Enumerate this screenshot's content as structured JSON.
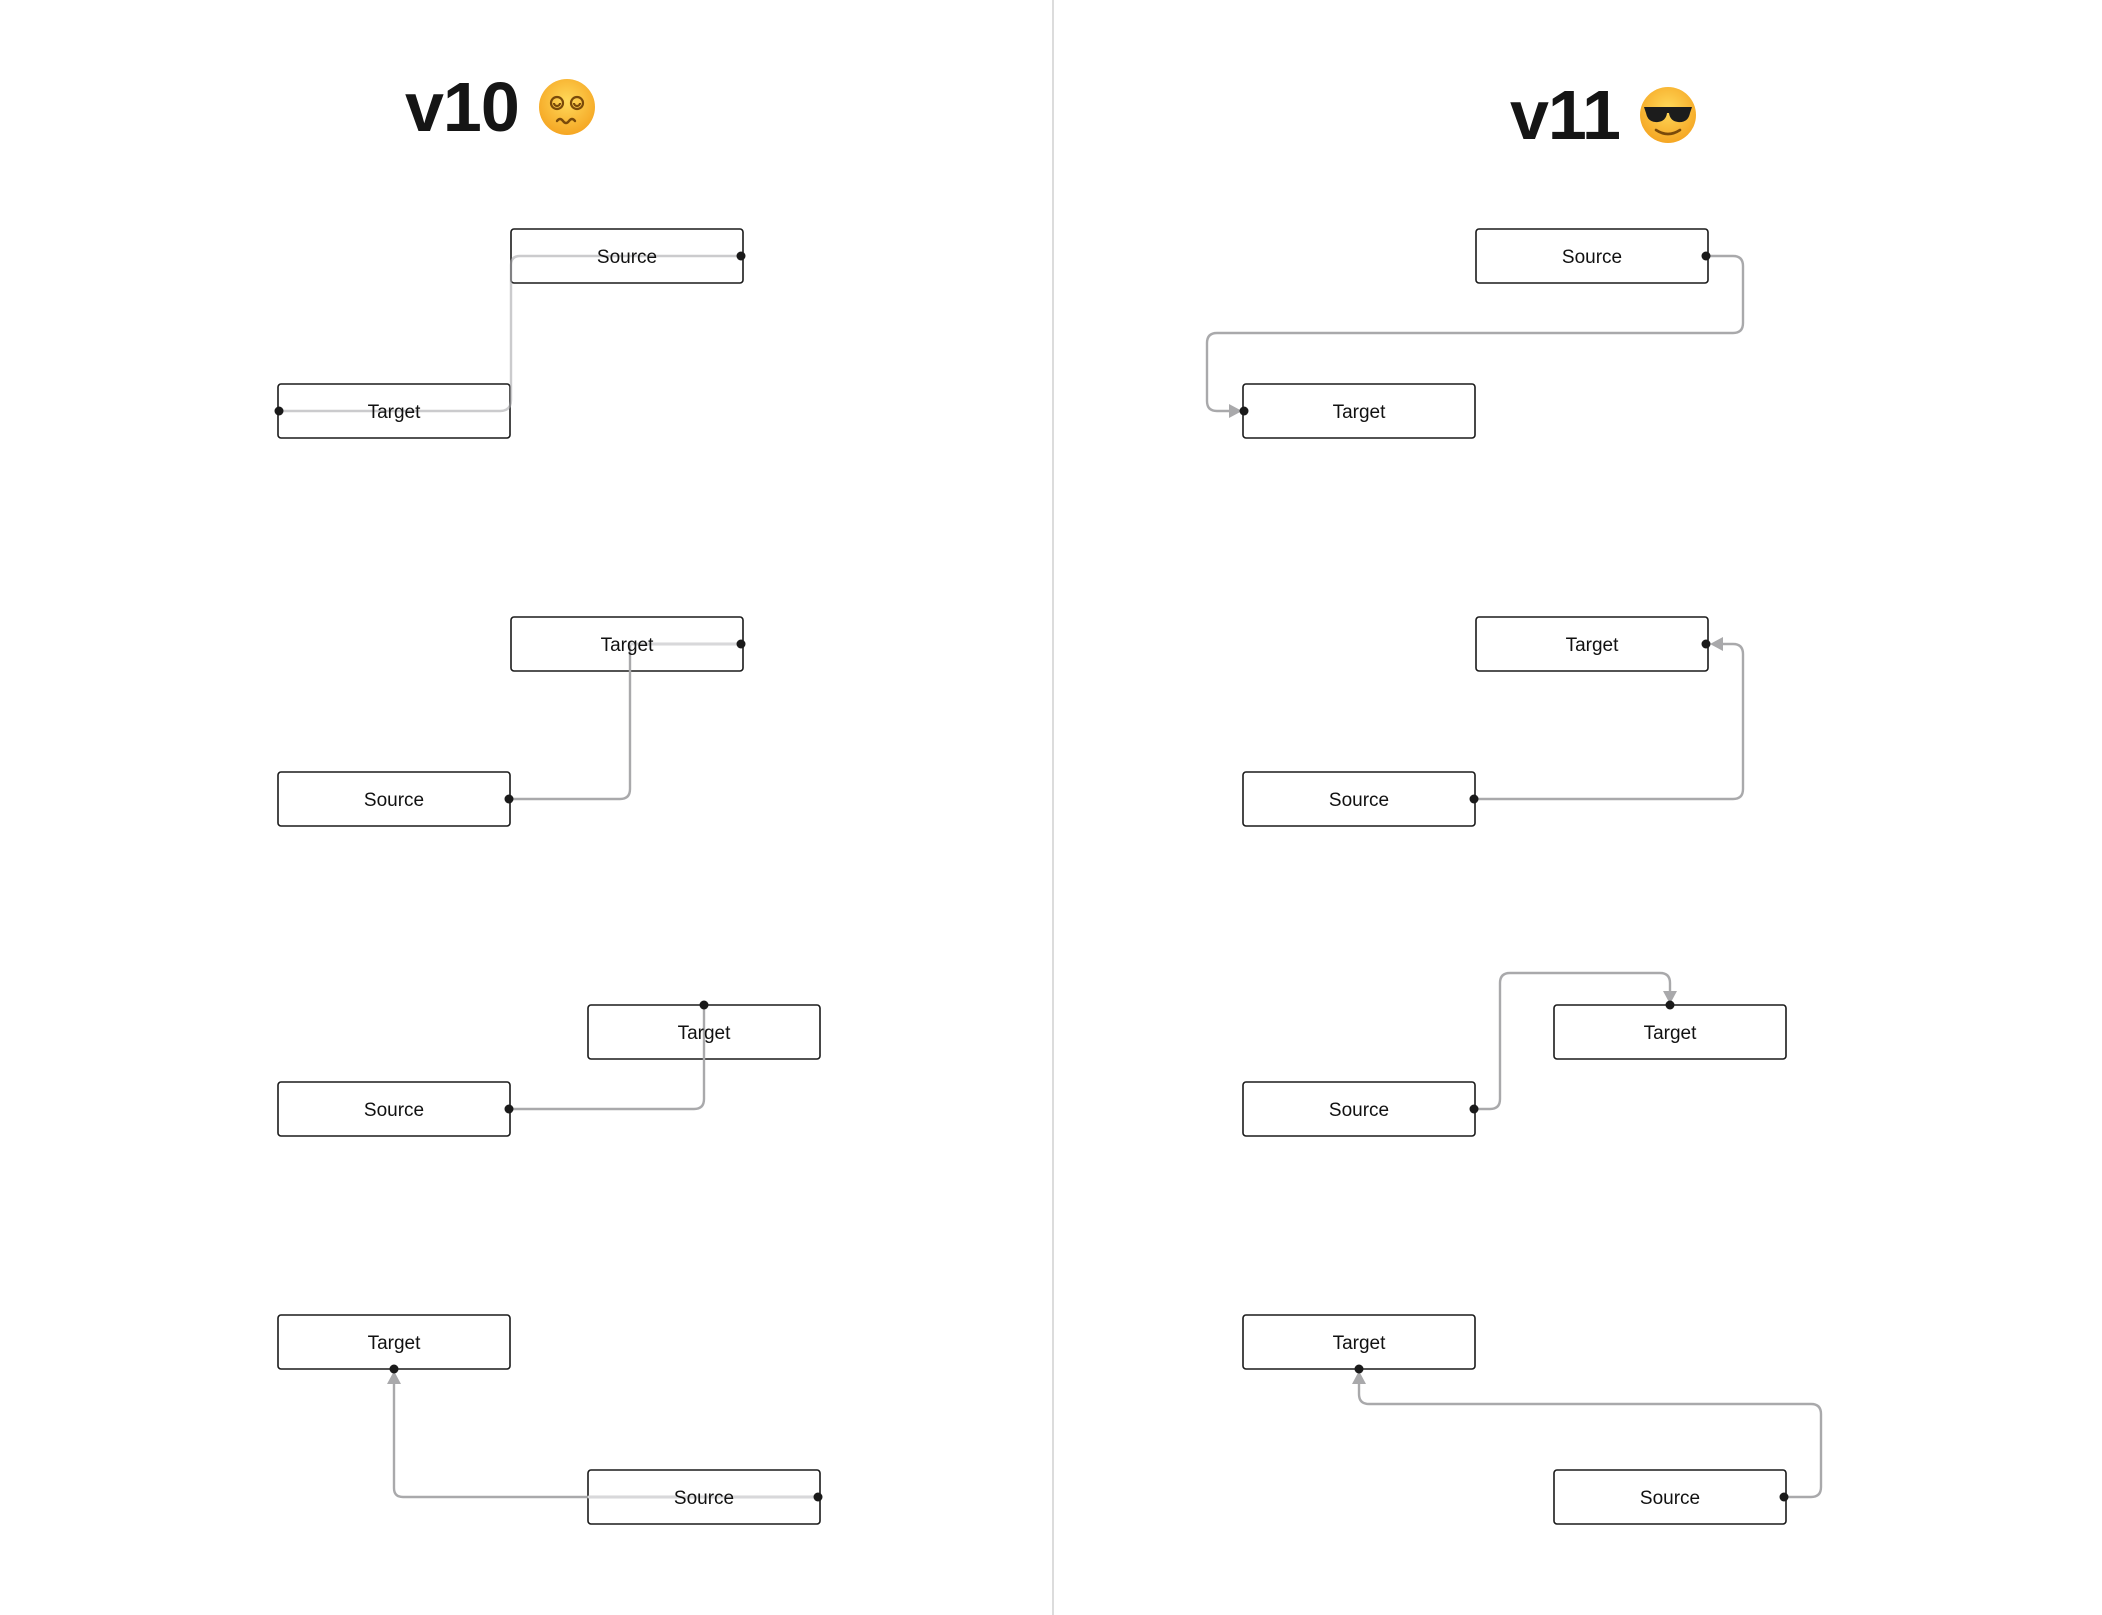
{
  "panels": [
    {
      "title": "v10",
      "emoji": "dizzy-face-emoji",
      "diagrams": [
        {
          "source_label": "Source",
          "target_label": "Target"
        },
        {
          "source_label": "Source",
          "target_label": "Target"
        },
        {
          "source_label": "Source",
          "target_label": "Target"
        },
        {
          "source_label": "Source",
          "target_label": "Target"
        }
      ]
    },
    {
      "title": "v11",
      "emoji": "sunglasses-face-emoji",
      "diagrams": [
        {
          "source_label": "Source",
          "target_label": "Target"
        },
        {
          "source_label": "Source",
          "target_label": "Target"
        },
        {
          "source_label": "Source",
          "target_label": "Target"
        },
        {
          "source_label": "Source",
          "target_label": "Target"
        }
      ]
    }
  ],
  "colors": {
    "edge": "#a9a9ab",
    "edge_faint": "#d0d0d2",
    "node_border": "#1a1a1a",
    "handle": "#1a1a1a",
    "divider": "#dcdcdc"
  }
}
